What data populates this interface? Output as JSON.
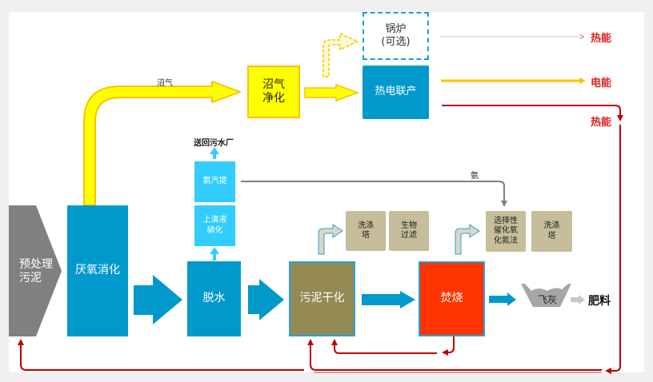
{
  "diagram": {
    "title": "",
    "colors": {
      "process_blue": "#0099cc",
      "light_blue": "#33ccff",
      "gray": "#808080",
      "drying_olive": "#948a54",
      "incineration_red": "#ff3300",
      "tan": "#c6bd9a",
      "biogas_yellow": "#ffff00",
      "energy_red": "#c00000",
      "label_red": "#e0201f",
      "electric_orange": "#ffc000"
    },
    "nodes": {
      "pretreated_sludge": "预处理\n污泥",
      "anaerobic_digestion": "厌氧消化",
      "dewatering": "脱水",
      "supernatant_nitrification": "上清液\n硝化",
      "ammonia_stripping": "氨汽提",
      "return_to_wwtp": "送回污水厂",
      "sludge_drying": "污泥干化",
      "incineration": "焚烧",
      "scrubber_1": "洗涤\n塔",
      "biofilter": "生物\n过滤",
      "scr": "选择性\n催化氧\n化氮法",
      "scrubber_2": "洗涤\n塔",
      "fly_ash": "飞灰",
      "fertilizer": "肥料",
      "biogas_purification": "沼气\n净化",
      "boiler_optional": "锅炉\n(可选)",
      "chp": "热电联产"
    },
    "edge_labels": {
      "biogas": "沼气",
      "ammonia": "氨",
      "heat_from_boiler": "热能",
      "electricity": "电能",
      "heat_from_chp": "热能"
    }
  }
}
